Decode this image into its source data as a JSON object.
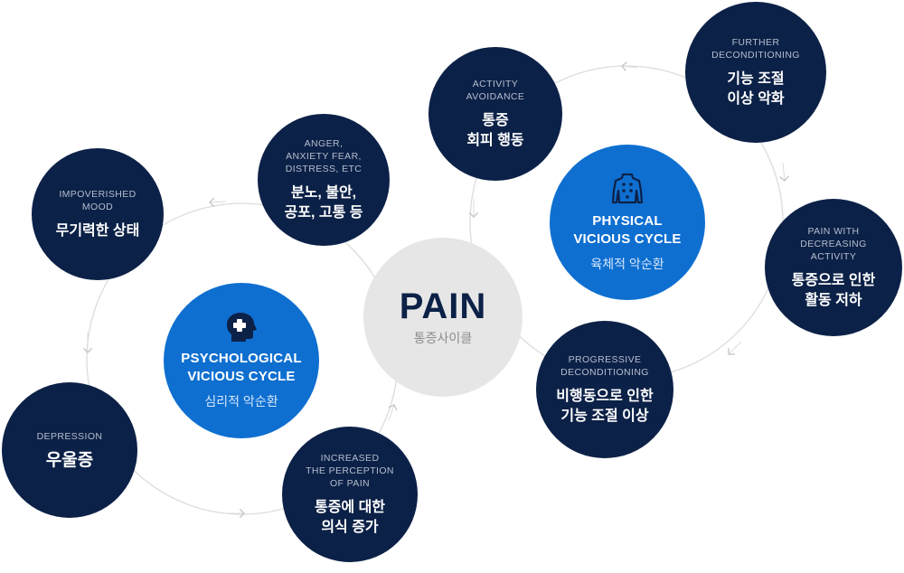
{
  "center": {
    "title": "PAIN",
    "subtitle": "통증사이클"
  },
  "psychological_cycle": {
    "title": "PSYCHOLOGICAL\nVICIOUS CYCLE",
    "subtitle": "심리적 악순환",
    "icon": "head-plus-icon",
    "color": "#0e6fd0"
  },
  "physical_cycle": {
    "title": "PHYSICAL\nVICIOUS CYCLE",
    "subtitle": "육체적 악순환",
    "icon": "body-muscles-icon",
    "color": "#0e6fd0"
  },
  "nodes": {
    "impoverished_mood": {
      "en": "IMPOVERISHED\nMOOD",
      "ko": "무기력한 상태"
    },
    "anger": {
      "en": "ANGER,\nANXIETY FEAR,\nDISTRESS, ETC",
      "ko": "분노, 불안,\n공포, 고통 등"
    },
    "depression": {
      "en": "DEPRESSION",
      "ko": "우울증"
    },
    "increased_perception": {
      "en": "INCREASED\nTHE PERCEPTION\nOF PAIN",
      "ko": "통증에 대한\n의식 증가"
    },
    "activity_avoidance": {
      "en": "ACTIVITY\nAVOIDANCE",
      "ko": "통증\n회피 행동"
    },
    "further_deconditioning": {
      "en": "FURTHER\nDECONDITIONING",
      "ko": "기능 조절\n이상 악화"
    },
    "pain_decreasing_activity": {
      "en": "PAIN WITH\nDECREASING ACTIVITY",
      "ko": "통증으로 인한\n활동 저하"
    },
    "progressive_deconditioning": {
      "en": "PROGRESSIVE\nDECONDITIONING",
      "ko": "비행동으로 인한\n기능 조절 이상"
    }
  },
  "colors": {
    "node": "#0c2147",
    "hub": "#0e6fd0",
    "center": "#e6e6e6",
    "arrow": "#d2d2d2"
  }
}
